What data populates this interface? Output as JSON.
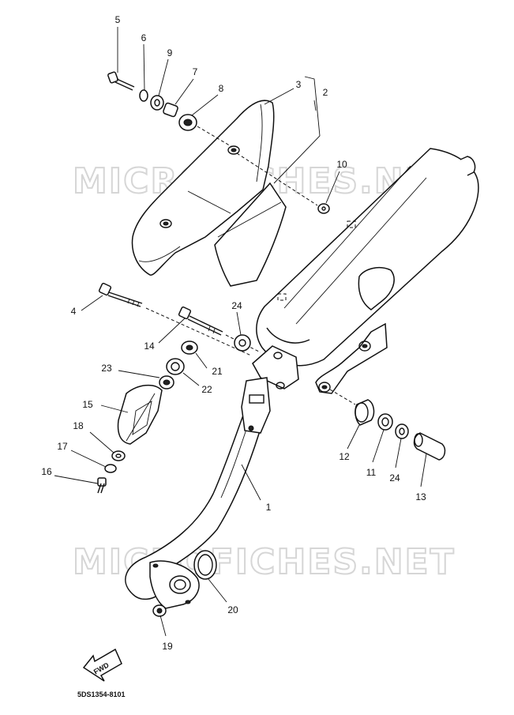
{
  "watermark": "MICROFICHES.NET",
  "diagram_code": "5DS1354-8101",
  "direction_label": "FWD",
  "callouts": [
    {
      "id": "5",
      "label": "5"
    },
    {
      "id": "6",
      "label": "6"
    },
    {
      "id": "9",
      "label": "9"
    },
    {
      "id": "7",
      "label": "7"
    },
    {
      "id": "8",
      "label": "8"
    },
    {
      "id": "3",
      "label": "3"
    },
    {
      "id": "2",
      "label": "2"
    },
    {
      "id": "10",
      "label": "10"
    },
    {
      "id": "4",
      "label": "4"
    },
    {
      "id": "24a",
      "label": "24"
    },
    {
      "id": "14",
      "label": "14"
    },
    {
      "id": "21",
      "label": "21"
    },
    {
      "id": "23",
      "label": "23"
    },
    {
      "id": "22",
      "label": "22"
    },
    {
      "id": "15",
      "label": "15"
    },
    {
      "id": "18",
      "label": "18"
    },
    {
      "id": "17",
      "label": "17"
    },
    {
      "id": "16",
      "label": "16"
    },
    {
      "id": "12",
      "label": "12"
    },
    {
      "id": "11",
      "label": "11"
    },
    {
      "id": "24b",
      "label": "24"
    },
    {
      "id": "13",
      "label": "13"
    },
    {
      "id": "1",
      "label": "1"
    },
    {
      "id": "20",
      "label": "20"
    },
    {
      "id": "19",
      "label": "19"
    }
  ]
}
